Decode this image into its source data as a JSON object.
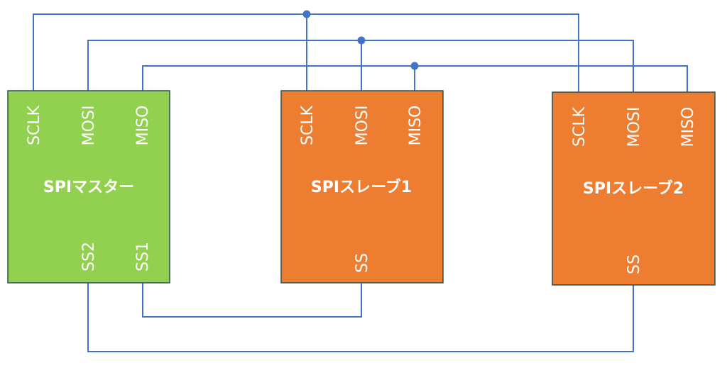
{
  "master": {
    "title": "SPIマスター",
    "pins_top": [
      "SCLK",
      "MOSI",
      "MISO"
    ],
    "pins_bottom": [
      "SS2",
      "SS1"
    ],
    "color": "#92d050"
  },
  "slave1": {
    "title": "SPIスレーブ1",
    "pins_top": [
      "SCLK",
      "MOSI",
      "MISO"
    ],
    "pin_bottom": "SS",
    "color": "#ed7d31"
  },
  "slave2": {
    "title": "SPIスレーブ2",
    "pins_top": [
      "SCLK",
      "MOSI",
      "MISO"
    ],
    "pin_bottom": "SS",
    "color": "#ed7d31"
  },
  "wire_color": "#4472c4"
}
